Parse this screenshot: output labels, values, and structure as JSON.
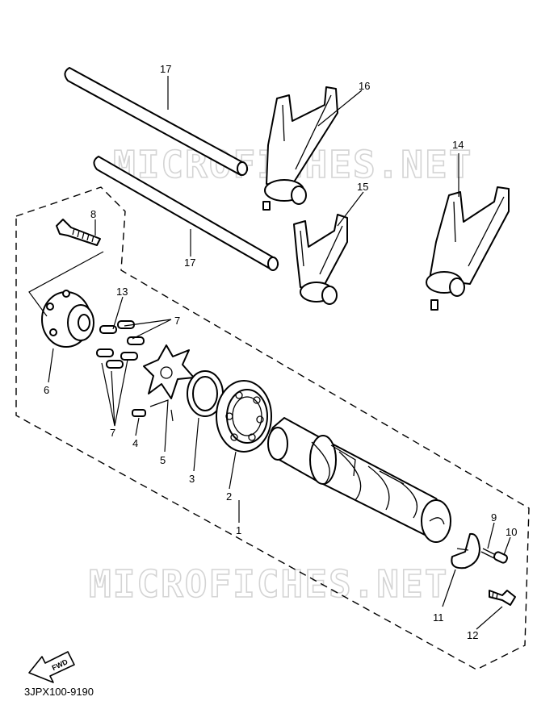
{
  "watermark": "MICROFICHES.NET",
  "diagram_code": "3JPX100-9190",
  "fwd_label": "FWD",
  "callouts": {
    "c1": "1",
    "c2": "2",
    "c3": "3",
    "c4": "4",
    "c5": "5",
    "c6": "6",
    "c7a": "7",
    "c7b": "7",
    "c8": "8",
    "c9": "9",
    "c10": "10",
    "c11": "11",
    "c12": "12",
    "c13": "13",
    "c14": "14",
    "c15": "15",
    "c16": "16",
    "c17a": "17",
    "c17b": "17"
  }
}
